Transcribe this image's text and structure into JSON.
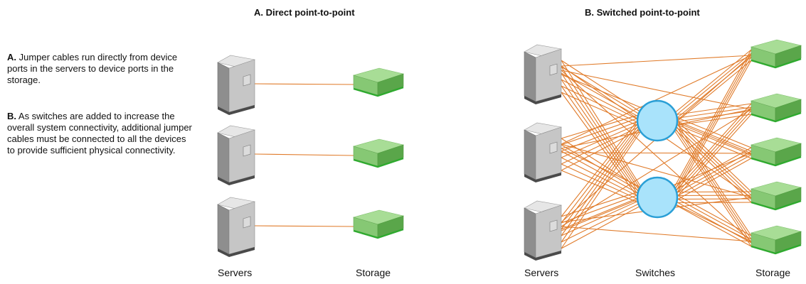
{
  "panel_a": {
    "title": "A. Direct point-to-point",
    "servers_label": "Servers",
    "storage_label": "Storage"
  },
  "panel_b": {
    "title": "B. Switched point-to-point",
    "servers_label": "Servers",
    "switches_label": "Switches",
    "storage_label": "Storage"
  },
  "description": {
    "a_prefix": "A.",
    "a_text": " Jumper cables run directly from device ports in the servers to device ports in the storage.",
    "b_prefix": "B.",
    "b_text": " As switches are added to increase the overall system connectivity, additional jumper cables must be connected to all the devices to provide sufficient physical connectivity."
  },
  "colors": {
    "cable": "#e07b2a",
    "switch_fill": "#a9e3fb",
    "switch_stroke": "#2a9fd6",
    "storage_light": "#a8dd96",
    "storage_mid": "#86c874",
    "storage_dark": "#5aa64a",
    "storage_edge": "#2faa2f",
    "server_front": "#c6c6c6",
    "server_side": "#8e8e8e",
    "server_top": "#e6e6e6"
  },
  "icons": {
    "server": "server-tower-icon",
    "storage": "storage-array-icon",
    "switch": "switch-icon"
  }
}
